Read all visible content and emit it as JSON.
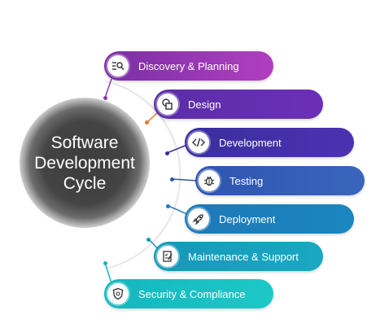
{
  "center": {
    "title": "Software\nDevelopment\nCycle"
  },
  "stages": [
    {
      "label": "Discovery & Planning",
      "icon": "search-list-icon",
      "color_from": "#7a2fa4",
      "color_to": "#b13fc0",
      "dot": "#8a3aa8"
    },
    {
      "label": "Design",
      "icon": "shapes-icon",
      "color_from": "#5a2ea6",
      "color_to": "#6c2fb7",
      "dot": "#e07a2a"
    },
    {
      "label": "Development",
      "icon": "code-icon",
      "color_from": "#3b2ea0",
      "color_to": "#4b32b0",
      "dot": "#3b2ea0"
    },
    {
      "label": "Testing",
      "icon": "bug-icon",
      "color_from": "#2e55b0",
      "color_to": "#3a65bd",
      "dot": "#2e55b0"
    },
    {
      "label": "Deployment",
      "icon": "rocket-icon",
      "color_from": "#1f78b6",
      "color_to": "#1a86c0",
      "dot": "#1f78b6"
    },
    {
      "label": "Maintenance & Support",
      "icon": "checklist-icon",
      "color_from": "#1598b8",
      "color_to": "#18a9c2",
      "dot": "#1598b8"
    },
    {
      "label": "Security & Compliance",
      "icon": "shield-icon",
      "color_from": "#13b7bf",
      "color_to": "#1cc8c6",
      "dot": "#13b7bf"
    }
  ]
}
